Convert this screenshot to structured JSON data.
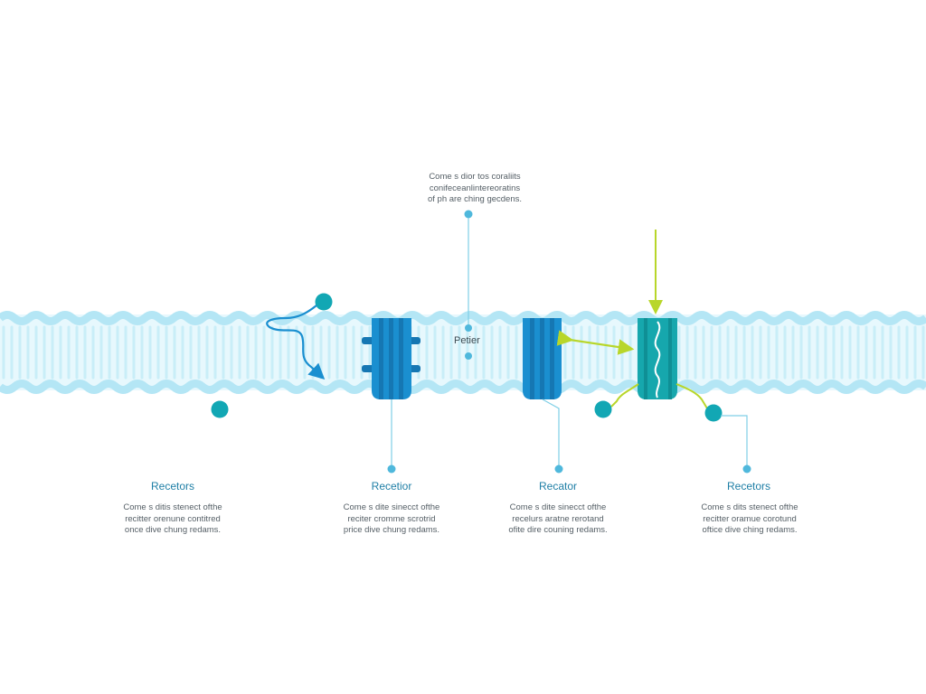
{
  "colors": {
    "membrane": "#c9eef8",
    "membrane_edge": "#b4e6f5",
    "receptor_blue": "#1a8fd0",
    "receptor_dark": "#1577b3",
    "channel_teal": "#16a7ad",
    "ligand_teal": "#12a7b4",
    "yellow_green": "#b8d62a",
    "leader_blue": "#7fcfe6",
    "label_blue": "#1f7fa6",
    "body_text": "#555f66"
  },
  "top_annotation": {
    "lines": [
      "Come s dior tos coraliits",
      "conifeceanlintereoratins",
      "of ph are ching gecdens."
    ]
  },
  "center_label": "Petier",
  "labels": [
    {
      "title": "Recetors",
      "lines": [
        "Come s ditis stenect ofthe",
        "recitter orenune contitred",
        "once dive chung redams."
      ]
    },
    {
      "title": "Recetior",
      "lines": [
        "Come s dite sinecct ofthe",
        "reciter cromme scrotrid",
        "price dive chung redams."
      ]
    },
    {
      "title": "Recator",
      "lines": [
        "Come s dite sinecct ofthe",
        "recelurs aratne rerotand",
        "ofite dire couning redams."
      ]
    },
    {
      "title": "Recetors",
      "lines": [
        "Come s dits stenect ofthe",
        "recitter oramue corotund",
        "oftice dive ching redams."
      ]
    }
  ]
}
